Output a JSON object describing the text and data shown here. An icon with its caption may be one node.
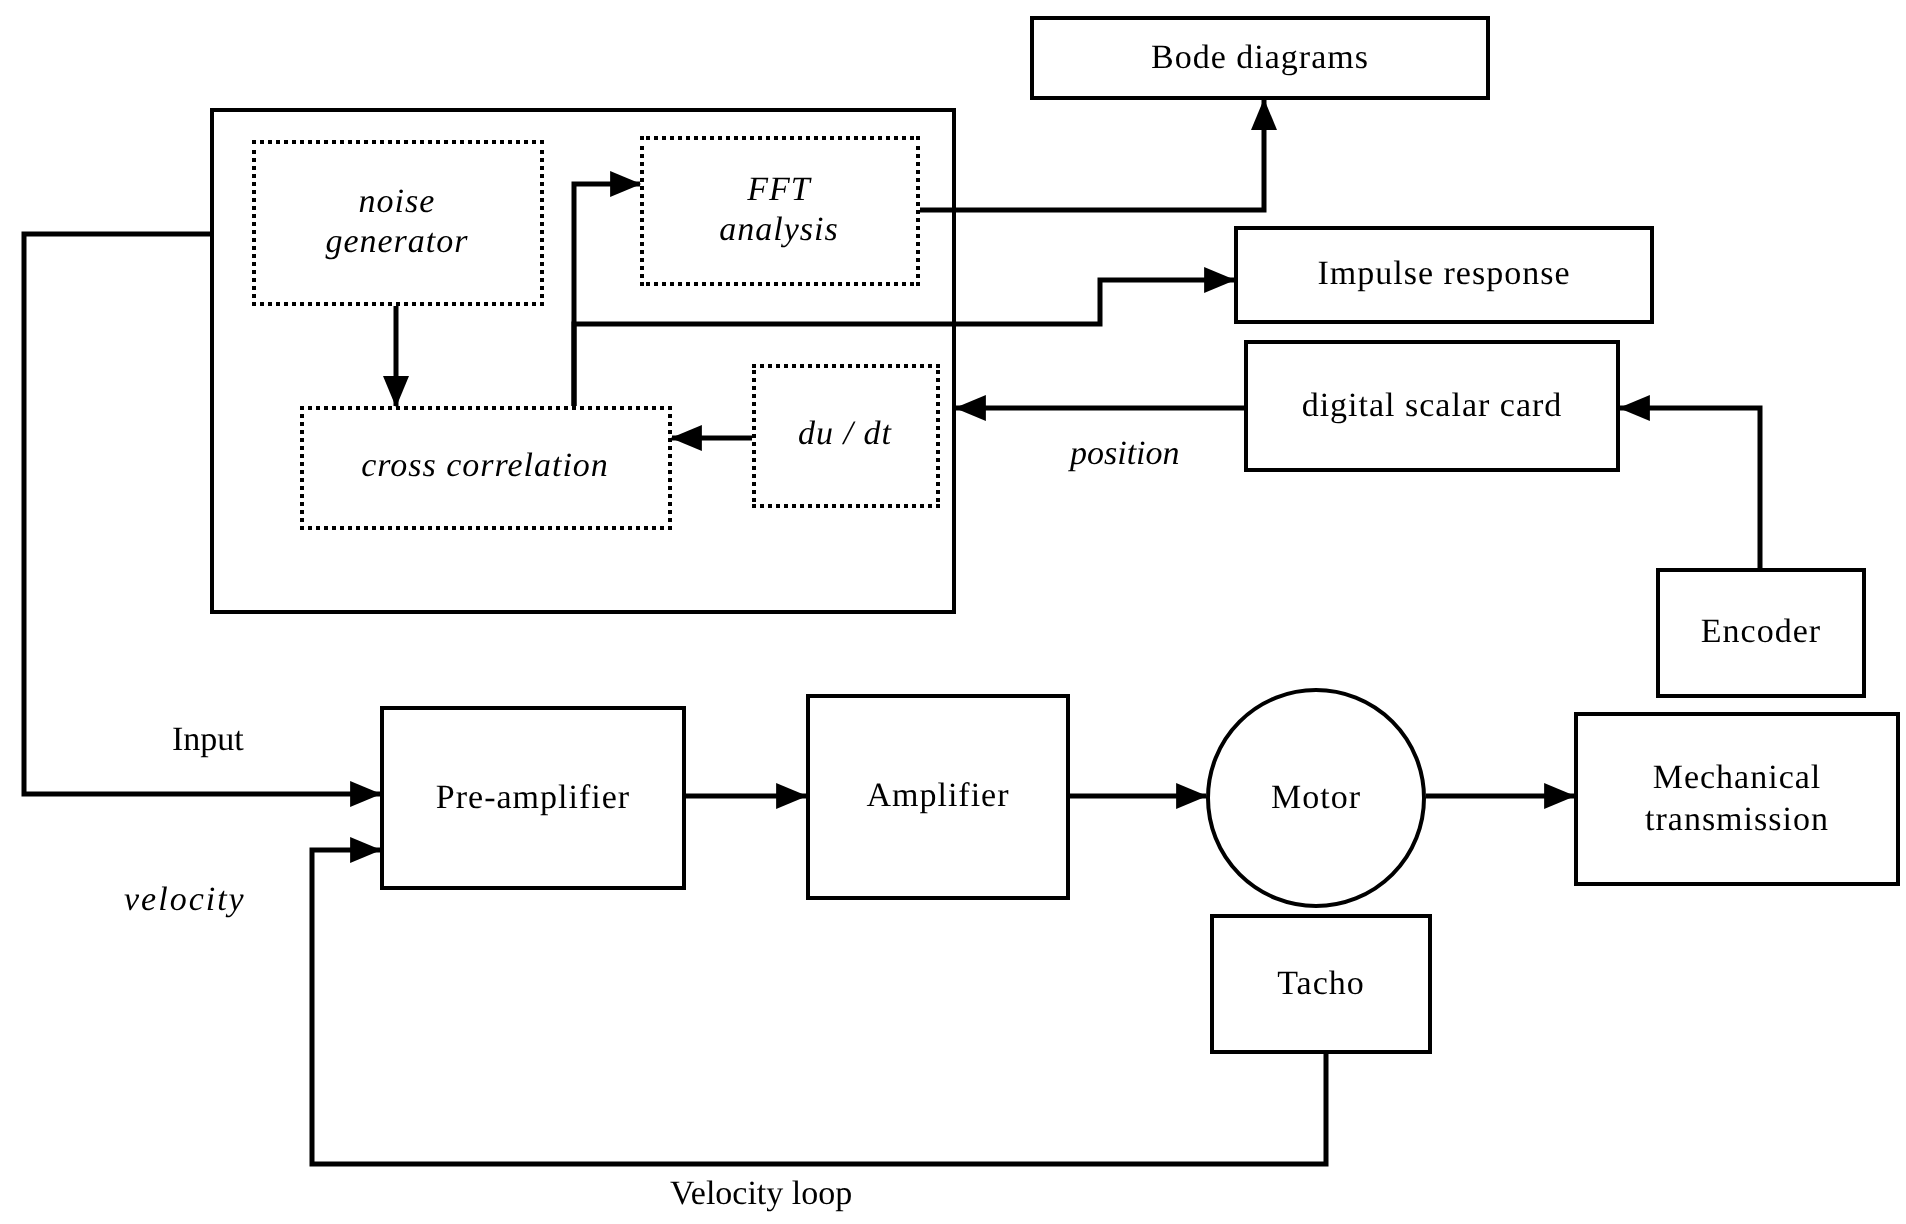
{
  "diagram": {
    "nodes": [
      {
        "text": [],
        "shape": "box"
      },
      {
        "text": [
          "noise generator"
        ],
        "in": 0
      },
      {
        "text": [
          "FFT analysis"
        ],
        "in": 0
      },
      {
        "text": [
          "cross correlation"
        ],
        "in": 0
      },
      {
        "text": [
          "du / dt"
        ],
        "in": 0
      },
      {
        "text": [
          "Bode diagrams"
        ]
      },
      {
        "text": [
          "Impulse response"
        ]
      },
      {
        "text": [
          "digital scalar card"
        ]
      },
      {
        "text": [
          "Encoder"
        ]
      },
      {
        "text": [
          "Pre-amplifier"
        ]
      },
      {
        "text": [
          "Amplifier"
        ]
      },
      {
        "text": [
          "Motor"
        ]
      },
      {
        "text": [
          "Mechanical transmission"
        ]
      },
      {
        "text": [
          "Tacho"
        ]
      }
    ],
    "edges": [
      {
        "from": 1,
        "to": 3,
        "arrow": "to"
      },
      {
        "from": 3,
        "to": 2,
        "arrow": "to"
      },
      {
        "from": 3,
        "to": 6,
        "arrow": "to"
      },
      {
        "from": 2,
        "to": 5,
        "arrow": "to"
      },
      {
        "from": 4,
        "to": 3,
        "arrow": "to"
      },
      {
        "from": 7,
        "to": 0,
        "arrow": "to",
        "label": "position"
      },
      {
        "from": 8,
        "to": 7,
        "arrow": "to"
      },
      {
        "from": 0,
        "to": 9,
        "arrow": "to",
        "label": "Input"
      },
      {
        "from": 9,
        "to": 10,
        "arrow": "to"
      },
      {
        "from": 10,
        "to": 11,
        "arrow": "to"
      },
      {
        "from": 11,
        "to": 12,
        "arrow": "to"
      },
      {
        "from": 13,
        "to": 9,
        "arrow": "to",
        "label": "Velocity loop"
      }
    ],
    "labels": [
      "velocity"
    ]
  }
}
